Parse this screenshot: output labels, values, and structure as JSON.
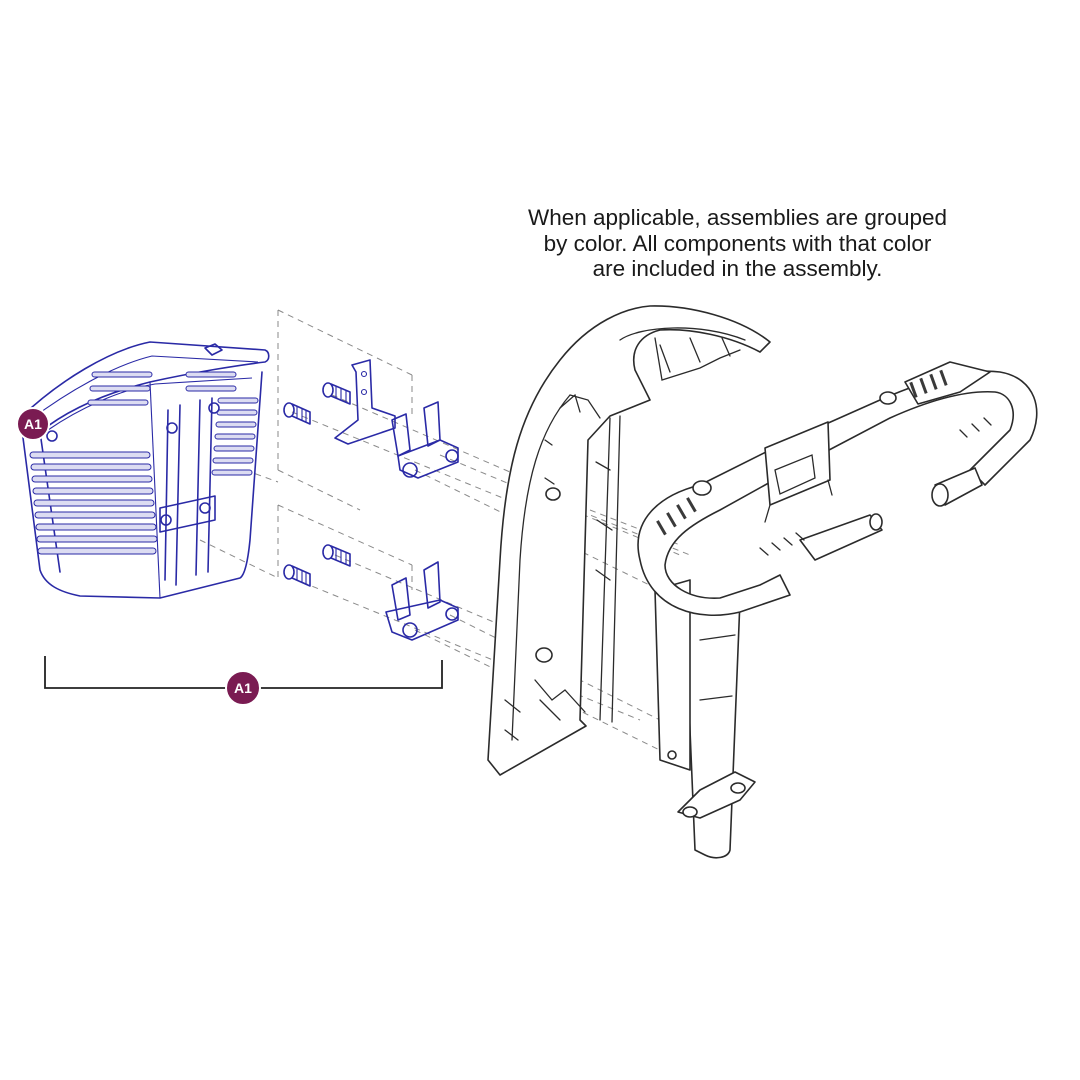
{
  "note": {
    "lines": [
      "When applicable, assemblies are grouped",
      "by color. All components with that color",
      "are included in the assembly."
    ]
  },
  "callouts": [
    {
      "label": "A1",
      "target": "basket-assembly"
    },
    {
      "label": "A1",
      "target": "assembly-bracket"
    }
  ],
  "colors": {
    "assembly": "#2a2aa6",
    "callout": "#7a1b52",
    "frame": "#2b2b2b",
    "dash": "#8a8a8a"
  }
}
